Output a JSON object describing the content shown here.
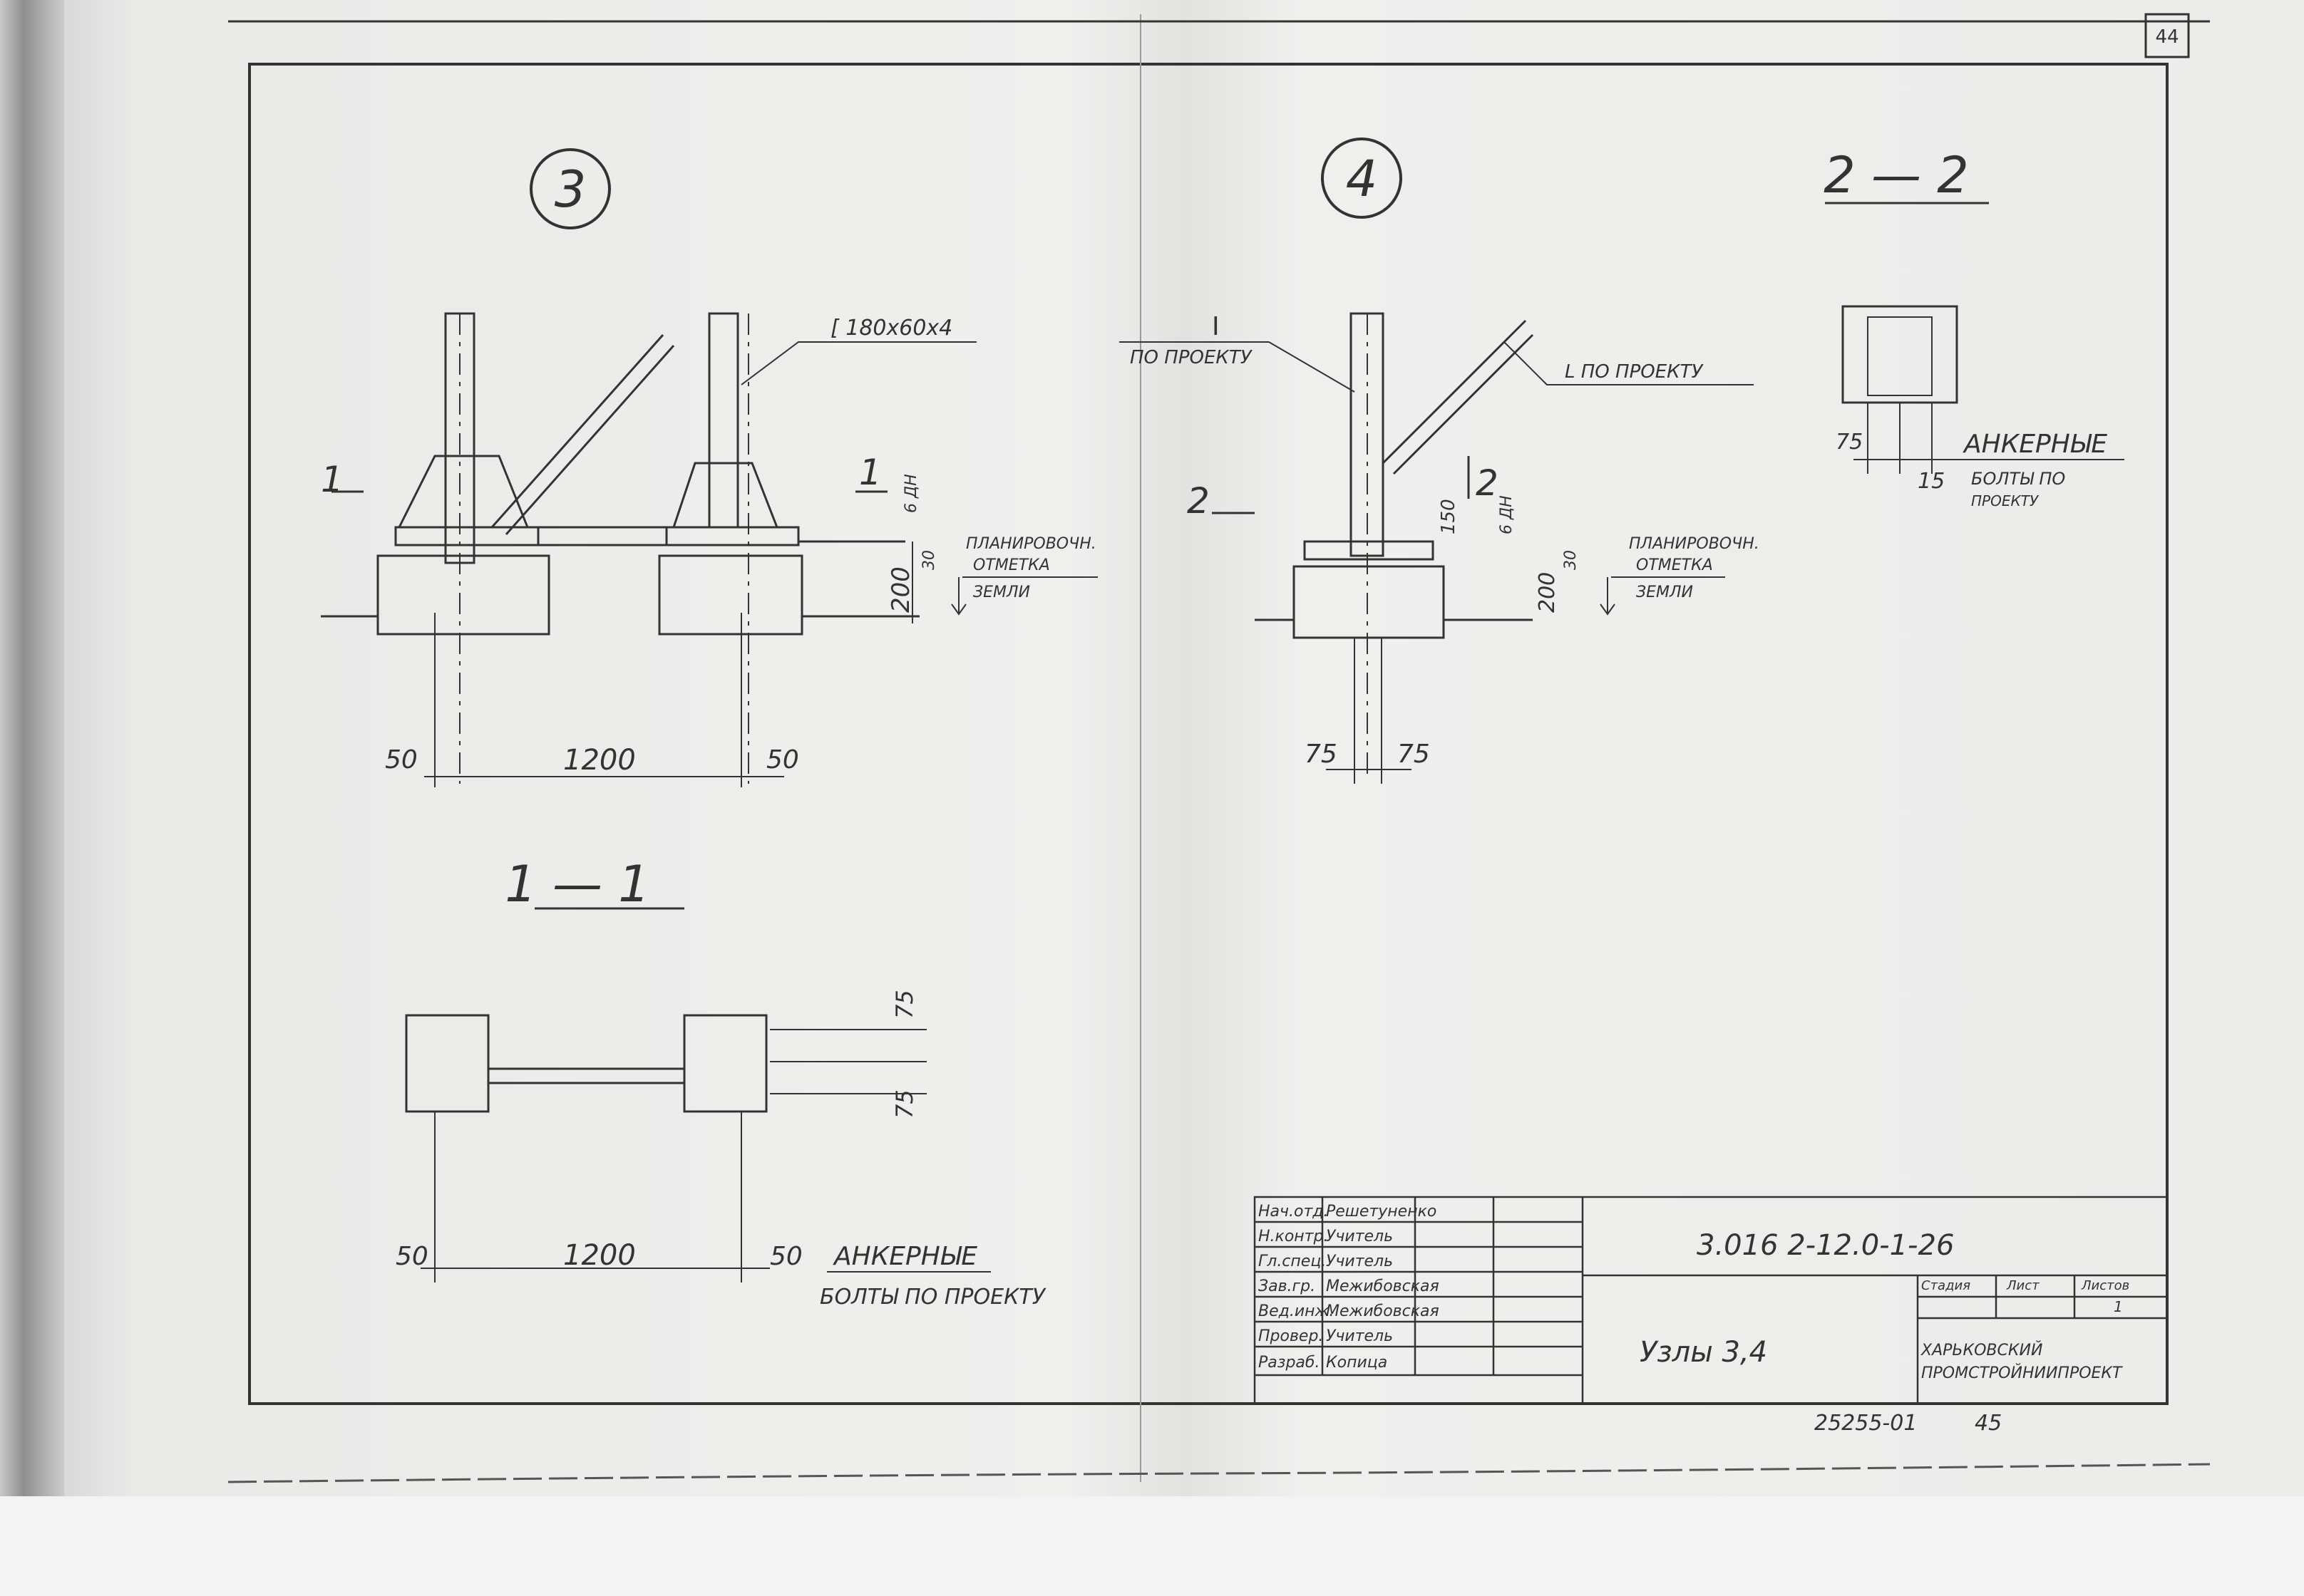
{
  "sheet": {
    "sheet_number": "44",
    "drawing_code": "3.016 2-12.0-1-26",
    "title": "Узлы 3,4",
    "organization": "ХАРЬКОВСКИЙ ПРОМСТРОЙНИИПРОЕКТ",
    "archive_number": "25255-01",
    "page_number": "45",
    "stage_header": "Стадия",
    "sheet_header": "Лист",
    "sheets_header": "Листов",
    "sheet_value": "1"
  },
  "signatures": [
    {
      "role": "Нач.отд.",
      "name": "Решетуненко"
    },
    {
      "role": "Н.контр.",
      "name": "Учитель"
    },
    {
      "role": "Гл.спец.",
      "name": "Учитель"
    },
    {
      "role": "Зав.гр.",
      "name": "Межибовская"
    },
    {
      "role": "Вед.инж.",
      "name": "Межибовская"
    },
    {
      "role": "Провер.",
      "name": "Учитель"
    },
    {
      "role": "Разраб.",
      "name": "Копица"
    }
  ],
  "views": {
    "node3": {
      "label": "3"
    },
    "node4": {
      "label": "4"
    },
    "section11": {
      "label": "1 — 1"
    },
    "section22": {
      "label": "2 — 2"
    }
  },
  "annotations": {
    "channel": "[ 180x60x4",
    "beam_mark": "I",
    "by_project": "ПО ПРОЕКТУ",
    "angle_by_project": "L ПО ПРОЕКТУ",
    "grade_line_1": "ПЛАНИРОВОЧН.",
    "grade_line_2": "ОТМЕТКА",
    "grade_line_3": "ЗЕМЛИ",
    "anchor_bolts_1": "АНКЕРНЫЕ",
    "anchor_bolts_2": "БОЛТЫ ПО ПРОЕКТУ",
    "anchor_bolts_2a": "БОЛТЫ ПО",
    "anchor_bolts_2b": "ПРОЕКТУ",
    "weld_6": "6 ДН",
    "section_mark_1": "1",
    "section_mark_2": "2"
  },
  "dimensions": {
    "d1200": "1200",
    "d50": "50",
    "d200": "200",
    "d30": "30",
    "d75": "75",
    "d150": "150",
    "d15": "15"
  }
}
